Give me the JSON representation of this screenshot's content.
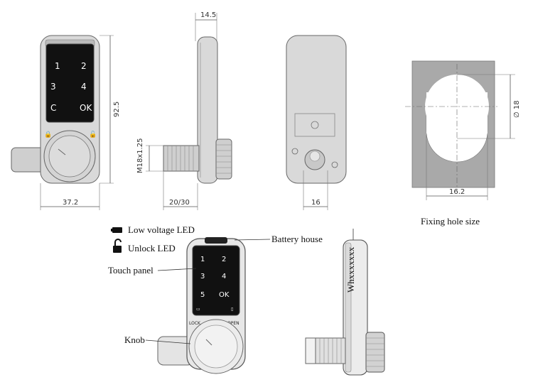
{
  "dimensions": {
    "top_width": "14.5",
    "height": "92.5",
    "thread": "M18x1.25",
    "front_width": "37.2",
    "side_len": "20/30",
    "back_width": "16",
    "hole_dia": "∅ 18",
    "hole_width": "16.2"
  },
  "keys_top": [
    "1",
    "2",
    "3",
    "4",
    "C",
    "OK"
  ],
  "keys_bottom": [
    "1",
    "2",
    "3",
    "4",
    "5",
    "OK"
  ],
  "led_labels": {
    "low_voltage": "Low voltage LED",
    "unlock": "Unlock LED"
  },
  "callouts": {
    "battery_house": "Battery house",
    "touch_panel": "Touch panel",
    "knob": "Knob"
  },
  "side_marking": "Whxxxxxxx",
  "fixing_hole_caption": "Fixing hole size",
  "knob_labels": {
    "lock": "LOCK",
    "open": "OPEN"
  }
}
